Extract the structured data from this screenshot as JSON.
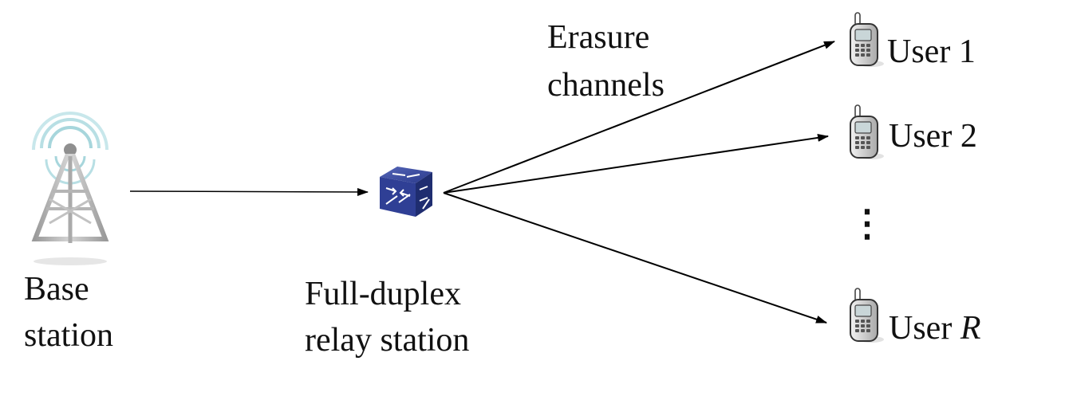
{
  "labels": {
    "base_line1": "Base",
    "base_line2": "station",
    "relay_line1": "Full-duplex",
    "relay_line2": "relay station",
    "erasure_line1": "Erasure",
    "erasure_line2": "channels",
    "ellipsis": "⋮"
  },
  "users": [
    {
      "prefix": "User ",
      "id": "1",
      "italic": false
    },
    {
      "prefix": "User ",
      "id": "2",
      "italic": false
    },
    {
      "prefix": "User ",
      "id": "R",
      "italic": true
    }
  ],
  "icons": {
    "base": "radio-tower-icon",
    "relay": "relay-switch-icon",
    "user": "mobile-phone-icon"
  },
  "colors": {
    "tower_signal": "#8fc8cf",
    "tower_body": "#b5b5b5",
    "relay_blue": "#2a3a8c",
    "phone_body": "#d8d8d8",
    "arrow": "#000000"
  }
}
